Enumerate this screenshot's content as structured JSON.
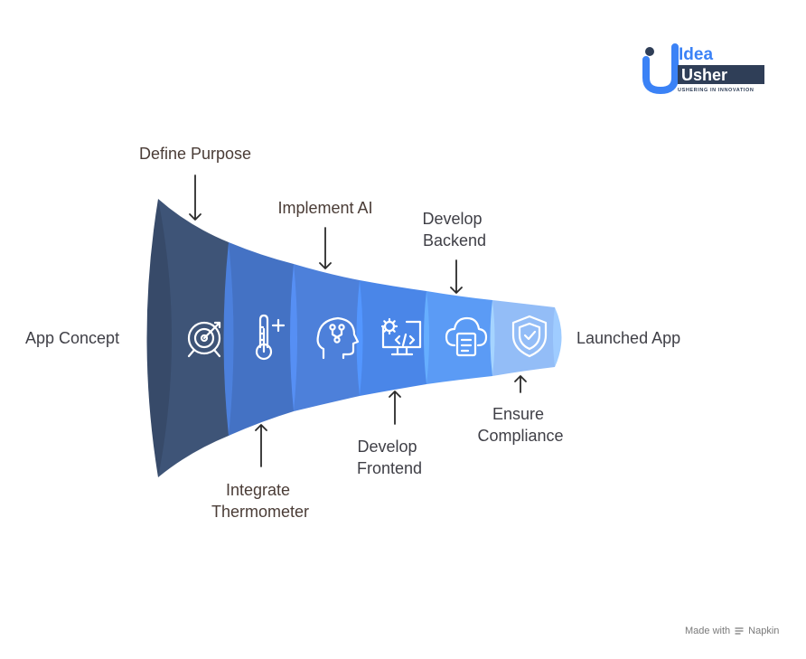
{
  "logo": {
    "line1": "Idea",
    "line2": "Usher",
    "tagline": "USHERING IN INNOVATION",
    "colors": {
      "blue": "#3b82f6",
      "dark": "#2f3e57"
    }
  },
  "funnel": {
    "start_label": "App Concept",
    "end_label": "Launched App",
    "stages": [
      {
        "label_lines": [
          "Define Purpose"
        ],
        "icon": "target-icon",
        "color": "#3e5477",
        "label_position": "top"
      },
      {
        "label_lines": [
          "Integrate",
          "Thermometer"
        ],
        "icon": "thermometer-icon",
        "color": "#4472c4",
        "label_position": "bottom"
      },
      {
        "label_lines": [
          "Implement AI"
        ],
        "icon": "ai-head-icon",
        "color": "#4d80da",
        "label_position": "top"
      },
      {
        "label_lines": [
          "Develop",
          "Frontend"
        ],
        "icon": "code-monitor-icon",
        "color": "#4a86e8",
        "label_position": "bottom"
      },
      {
        "label_lines": [
          "Develop",
          "Backend"
        ],
        "icon": "cloud-server-icon",
        "color": "#5b9bf5",
        "label_position": "top"
      },
      {
        "label_lines": [
          "Ensure",
          "Compliance"
        ],
        "icon": "shield-check-icon",
        "color": "#93bdf7",
        "label_position": "bottom"
      }
    ]
  },
  "footer": {
    "made_with": "Made with",
    "brand": "Napkin"
  }
}
